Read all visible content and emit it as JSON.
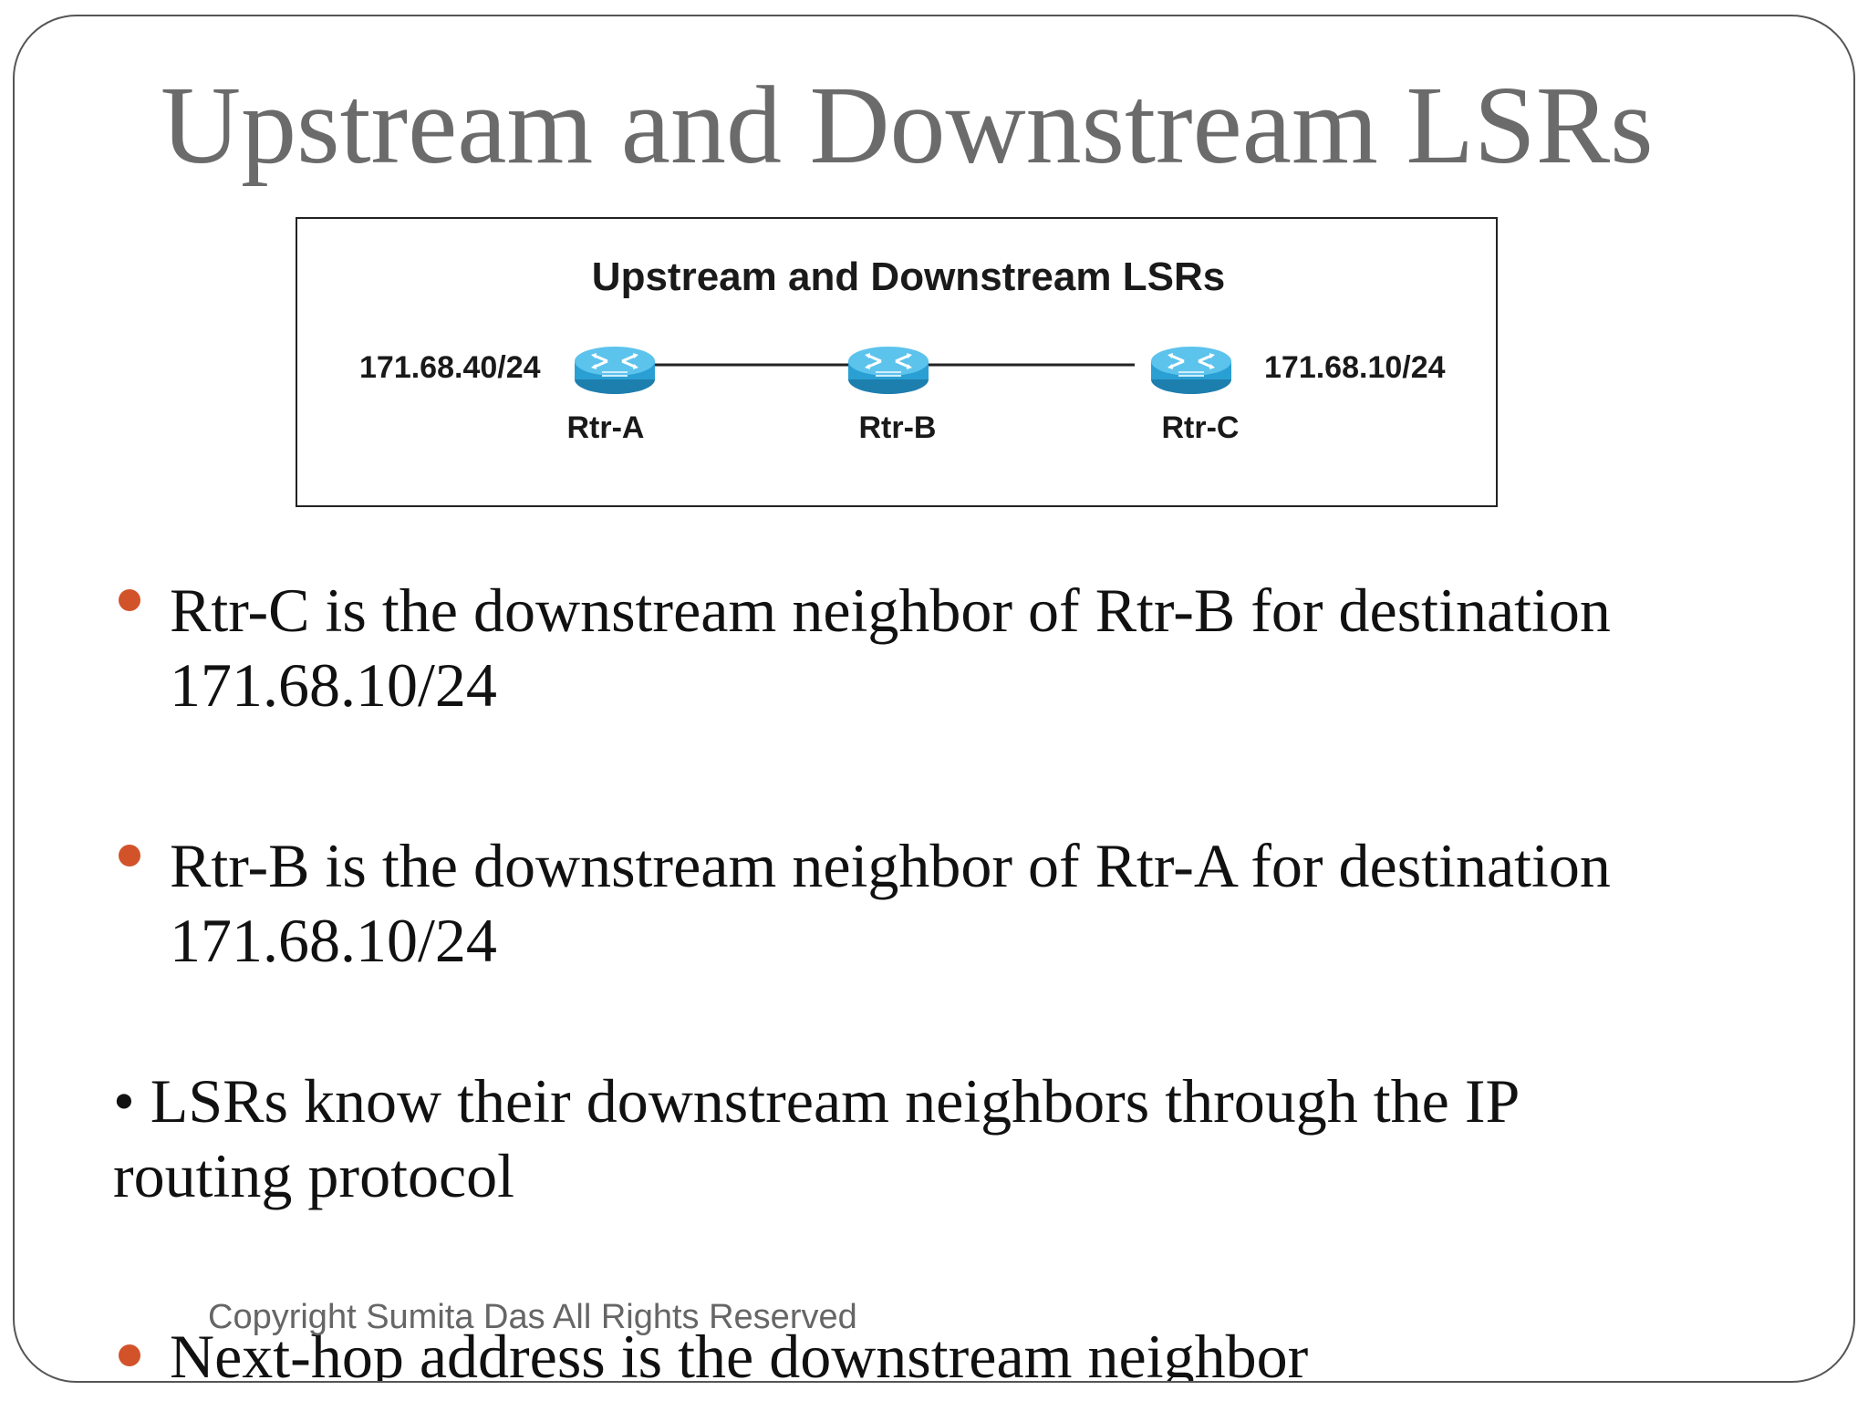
{
  "slide": {
    "title": "Upstream and Downstream LSRs"
  },
  "figure": {
    "title": "Upstream and Downstream LSRs",
    "left_network": "171.68.40/24",
    "right_network": "171.68.10/24",
    "routers": [
      {
        "label": "Rtr-A",
        "icon": "router-icon"
      },
      {
        "label": "Rtr-B",
        "icon": "router-icon"
      },
      {
        "label": "Rtr-C",
        "icon": "router-icon"
      }
    ],
    "router_color": "#29a3d6"
  },
  "bullets": [
    {
      "line1": "Rtr-C is the downstream neighbor of Rtr-B for destination",
      "line2": "171.68.10/24"
    },
    {
      "line1": "Rtr-B is the downstream neighbor of Rtr-A for destination",
      "line2": "171.68.10/24"
    }
  ],
  "paragraph": {
    "line1": "• LSRs know their downstream neighbors through the IP",
    "line2": "routing protocol"
  },
  "last_bullet": {
    "text": "Next-hop address is the downstream neighbor"
  },
  "footer": {
    "copyright": "Copyright Sumita Das All Rights Reserved"
  },
  "colors": {
    "bullet_dot": "#d2532a",
    "title": "#6b6b6b"
  }
}
